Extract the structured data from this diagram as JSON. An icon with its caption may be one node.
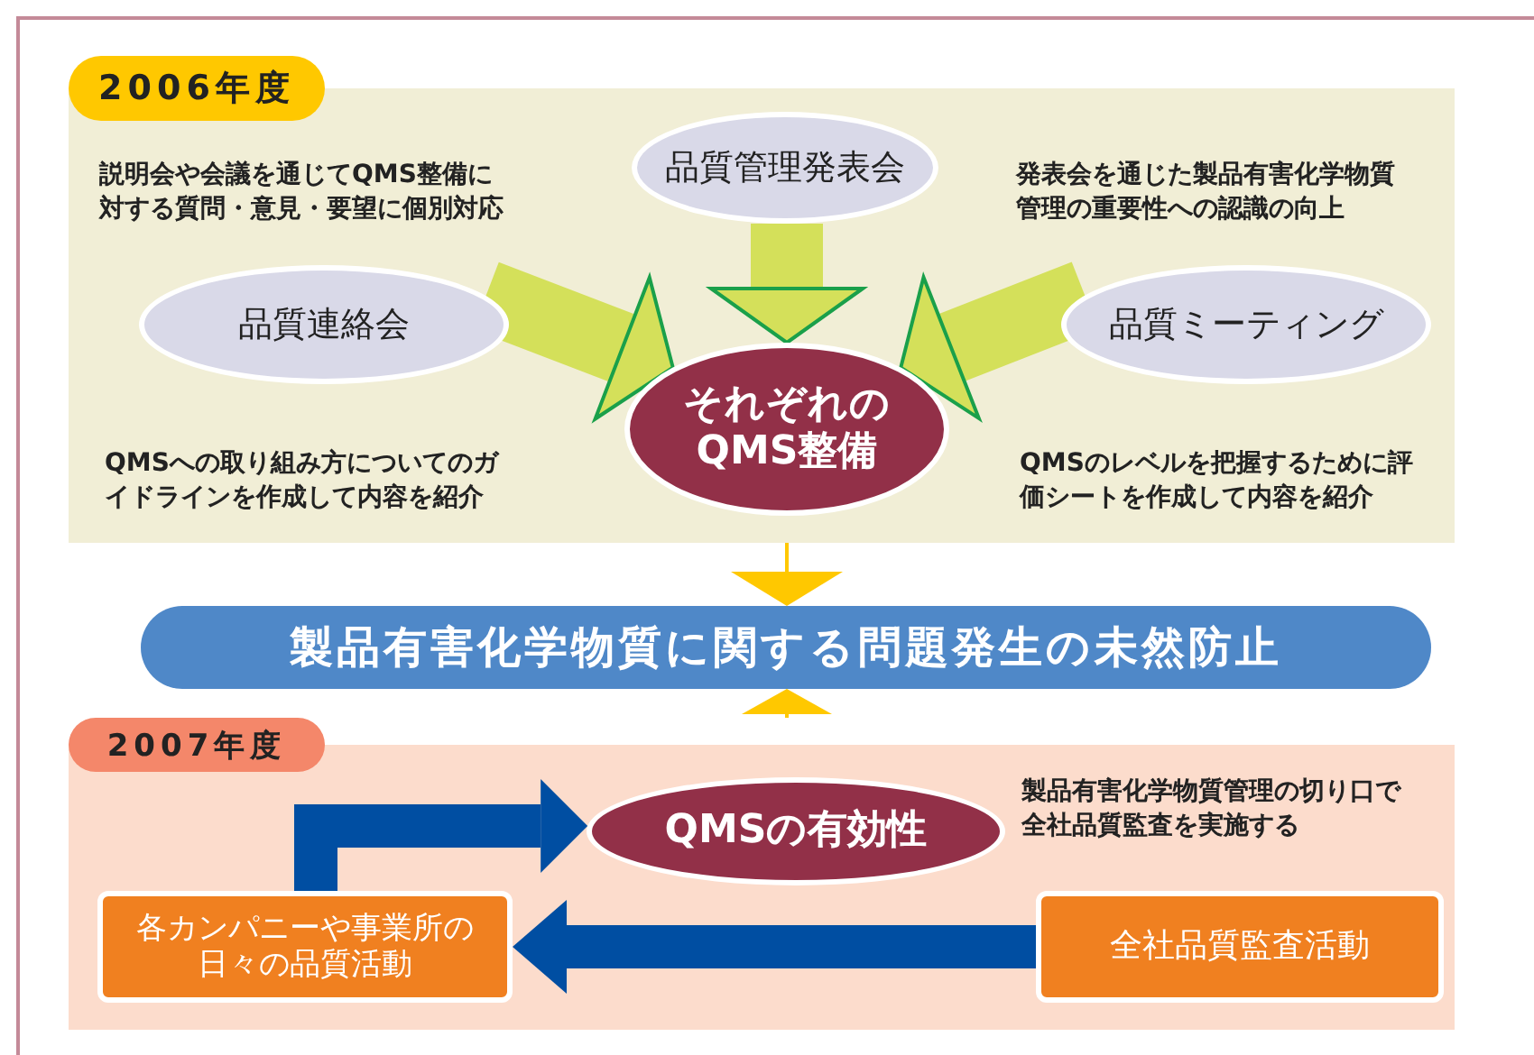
{
  "diagram": {
    "nodes": [
      {
        "text": [
          "2006年度"
        ]
      },
      {
        "text": [
          "品質管理発表会"
        ],
        "in": 0
      },
      {
        "text": [
          "品質連絡会"
        ],
        "in": 0
      },
      {
        "text": [
          "品質ミーティング"
        ],
        "in": 0
      },
      {
        "text": [
          "それぞれのQMS整備"
        ],
        "in": 0
      },
      {
        "text": [
          "製品有害化学物質に関する問題発生の未然防止"
        ]
      },
      {
        "text": [
          "2007年度"
        ]
      },
      {
        "text": [
          "QMSの有効性"
        ],
        "in": 6
      },
      {
        "text": [
          "各カンパニーや事業所の日々の品質活動"
        ],
        "in": 6
      },
      {
        "text": [
          "全社品質監査活動"
        ],
        "in": 6
      }
    ],
    "edges": [
      {
        "from": 1,
        "to": 4,
        "arrow": "to",
        "color": "#d4e05a"
      },
      {
        "from": 2,
        "to": 4,
        "arrow": "to",
        "color": "#d4e05a"
      },
      {
        "from": 3,
        "to": 4,
        "arrow": "to",
        "color": "#d4e05a"
      },
      {
        "from": 0,
        "to": 5,
        "arrow": "to",
        "color": "#ffc800"
      },
      {
        "from": 6,
        "to": 5,
        "arrow": "to",
        "color": "#ffc800"
      },
      {
        "from": 8,
        "to": 7,
        "arrow": "to",
        "color": "#004ea2"
      },
      {
        "from": 9,
        "to": 8,
        "arrow": "to",
        "color": "#004ea2"
      }
    ],
    "labels": [
      "説明会や会議を通じてQMS整備に対する質問・意見・要望に個別対応",
      "発表会を通じた製品有害化学物質管理の重要性への認識の向上",
      "QMSへの取り組み方についてのガイドラインを作成して内容を紹介",
      "QMSのレベルを把握するために評価シートを作成して内容を紹介",
      "製品有害化学物質管理の切り口で全社品質監査を実施する"
    ]
  }
}
